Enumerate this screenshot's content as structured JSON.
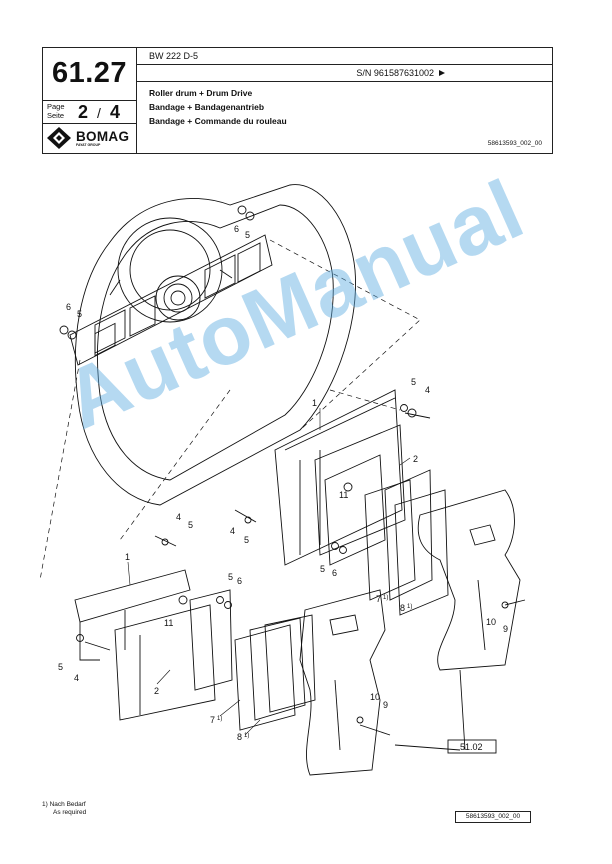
{
  "header": {
    "section_code": "61.27",
    "page_label_en": "Page",
    "page_label_de": "Seite",
    "page_current": "2",
    "page_separator": "/",
    "page_total": "4",
    "brand": "BOMAG",
    "brand_sub": "FAYAT GROUP",
    "model": "BW 222 D-5",
    "serial": "S/N 961587631002",
    "title_en": "Roller drum + Drum Drive",
    "title_de": "Bandage + Bandagenantrieb",
    "title_fr": "Bandage + Commande du rouleau",
    "drawing_number": "58613593_002_00"
  },
  "callouts": {
    "c1a": "1",
    "c1b": "1",
    "c2a": "2",
    "c2b": "2",
    "c4a": "4",
    "c4b": "4",
    "c4c": "4",
    "c4d": "4",
    "c5a": "5",
    "c5b": "5",
    "c5c": "5",
    "c5d": "5",
    "c5e": "5",
    "c5f": "5",
    "c5g": "5",
    "c5h": "5",
    "c6a": "6",
    "c6b": "6",
    "c6c": "6",
    "c6d": "6",
    "c7a": "7",
    "c7b": "7",
    "c8a": "8",
    "c8b": "8",
    "c9a": "9",
    "c9b": "9",
    "c10a": "10",
    "c10b": "10",
    "c11a": "11",
    "c11b": "11",
    "ref": "51.02",
    "note_mark": "1)"
  },
  "watermark": "AutoManual",
  "footer": {
    "note_de": "1) Nach Bedarf",
    "note_en": "As required",
    "drawing_number": "58613593_002_00"
  }
}
